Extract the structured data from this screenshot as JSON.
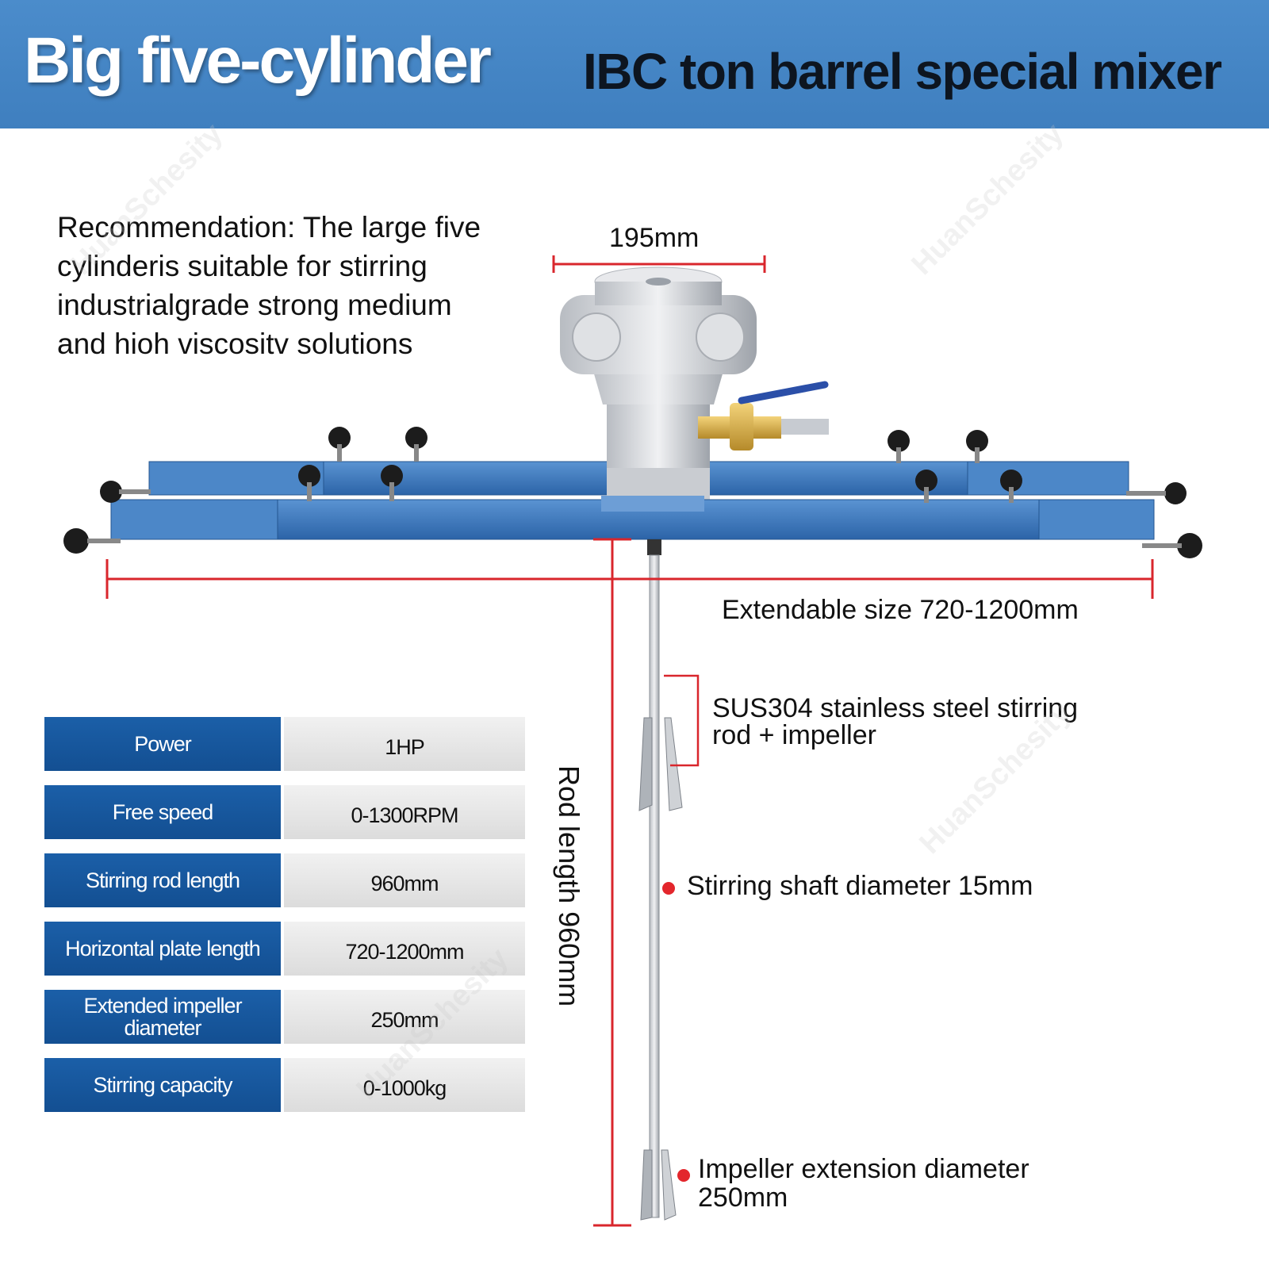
{
  "header": {
    "title_big": "Big five-cylinder",
    "title_rest": "IBC ton barrel special mixer"
  },
  "recommendation": {
    "lines": [
      "Recommendation: The large five",
      "cylinderis suitable for stirring",
      "industrialgrade strong medium",
      "and hioh viscositv solutions"
    ]
  },
  "dimensions": {
    "top_width": "195mm",
    "extendable": "Extendable size 720-1200mm",
    "rod_length": "Rod length 960mm",
    "rod_material_line1": "SUS304 stainless steel stirring",
    "rod_material_line2": "rod + impeller",
    "shaft_diameter": "Stirring shaft diameter 15mm",
    "impeller_line1": "Impeller extension diameter",
    "impeller_line2": "250mm"
  },
  "specs": [
    {
      "name": "Power",
      "value": "1HP"
    },
    {
      "name": "Free speed",
      "value": "0-1300RPM"
    },
    {
      "name": "Stirring rod length",
      "value": "960mm"
    },
    {
      "name": "Horizontal plate length",
      "value": "720-1200mm"
    },
    {
      "name": "Extended impeller diameter",
      "value": "250mm"
    },
    {
      "name": "Stirring capacity",
      "value": "0-1000kg"
    }
  ],
  "watermark": "HuanSchesity",
  "colors": {
    "header_blue": "#4386c6",
    "spec_blue": "#1a5ca5",
    "bar_blue": "#3a78c0",
    "dimension_red": "#d9262c"
  }
}
